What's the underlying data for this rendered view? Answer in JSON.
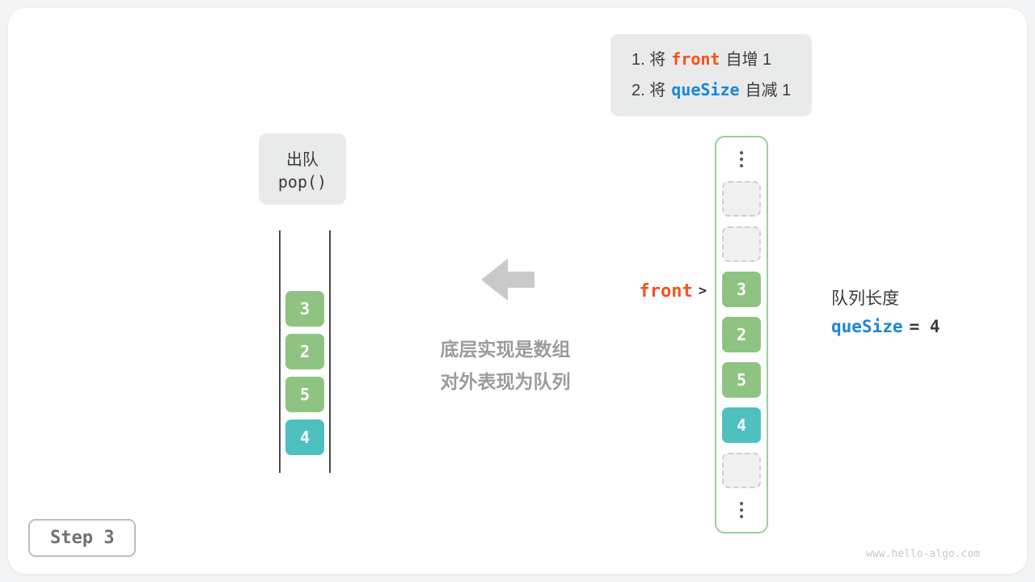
{
  "colors": {
    "green_cell": "#8fc382",
    "teal_cell": "#4fc0c0",
    "orange_code": "#f4511e",
    "blue_code": "#1a86d9",
    "array_border": "#9ccf9c"
  },
  "instructions": {
    "line1_pre": "1. 将",
    "line1_code": "front",
    "line1_post": "自增 1",
    "line2_pre": "2. 将",
    "line2_code": "queSize",
    "line2_post": "自减 1"
  },
  "operation": {
    "name": "出队",
    "call": "pop()"
  },
  "queue": {
    "values": [
      "3",
      "2",
      "5",
      "4"
    ]
  },
  "caption": {
    "line1": "底层实现是数组",
    "line2": "对外表现为队列"
  },
  "front_pointer": {
    "label": "front",
    "arrow": ">"
  },
  "queue_length": {
    "title": "队列长度",
    "var": "queSize",
    "value": "= 4"
  },
  "step": {
    "label": "Step 3"
  },
  "watermark": "www.hello-algo.com"
}
